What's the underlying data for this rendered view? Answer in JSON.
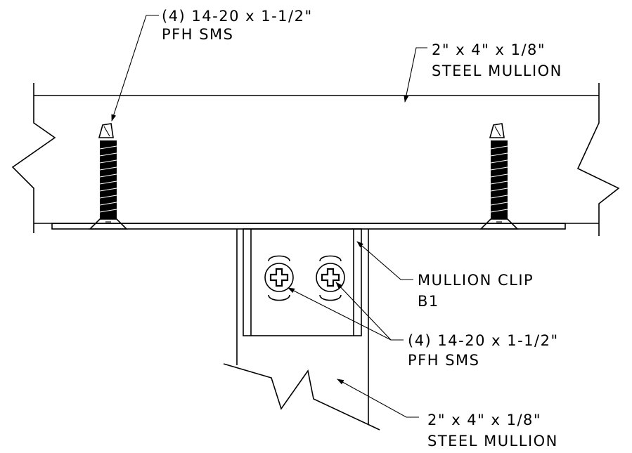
{
  "labels": {
    "top_screw": {
      "line1": "(4) 14-20 x 1-1/2\"",
      "line2": "PFH SMS"
    },
    "horizontal_mullion": {
      "line1": "2\" x 4\" x 1/8\"",
      "line2": "STEEL MULLION"
    },
    "clip": {
      "line1": "MULLION CLIP",
      "line2": "B1"
    },
    "clip_screws": {
      "line1": "(4) 14-20 x 1-1/2\"",
      "line2": "PFH SMS"
    },
    "vertical_mullion": {
      "line1": "2\" x 4\" x 1/8\"",
      "line2": "STEEL MULLION"
    }
  },
  "colors": {
    "ink": "#000000",
    "paper": "#ffffff"
  }
}
